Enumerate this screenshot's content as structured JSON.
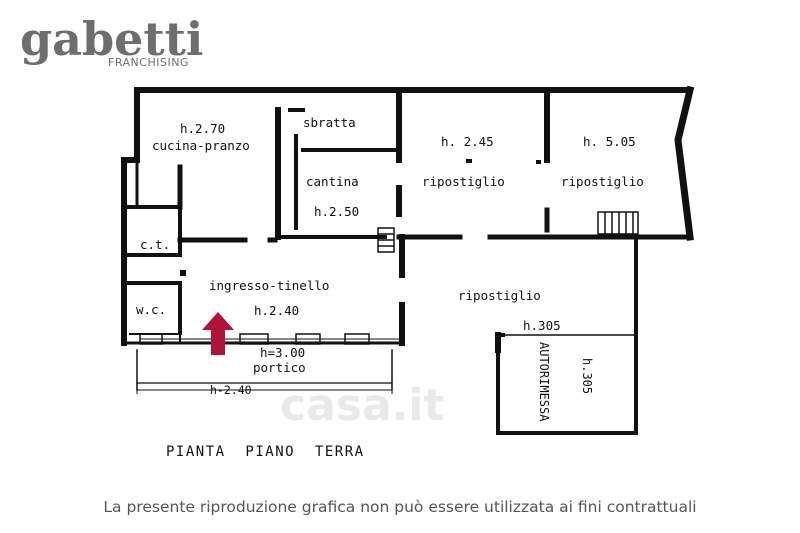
{
  "brand": {
    "name": "gabetti",
    "tagline": "FRANCHISING"
  },
  "watermark": "casa.it",
  "rooms": {
    "cucina_height": "h.2.70",
    "cucina": "cucina-pranzo",
    "sbratta": "sbratta",
    "cantina": "cantina",
    "cantina_height": "h.2.50",
    "rip1_height": "h. 2.45",
    "rip1": "ripostiglio",
    "rip2_height": "h. 5.05",
    "rip2": "ripostiglio",
    "ct": "c.t.",
    "wc": "w.c.",
    "ingresso": "ingresso-tinello",
    "ingresso_height": "h.2.40",
    "rip3": "ripostiglio",
    "rip3_height": "h.305",
    "portico_height": "h=3.00",
    "portico": "portico",
    "dim_height": "h-2.40",
    "garage_vertical": "AUTORIMESSA",
    "garage_height_vertical": "h.305"
  },
  "plan_title": "PIANTA  PIANO  TERRA",
  "disclaimer": "La presente riproduzione grafica non può essere utilizzata ai fini contrattuali",
  "colors": {
    "wall": "#111111",
    "entrance_arrow": "#b0123a",
    "logo": "#6e6e6e",
    "watermark": "#e6e6e6"
  }
}
